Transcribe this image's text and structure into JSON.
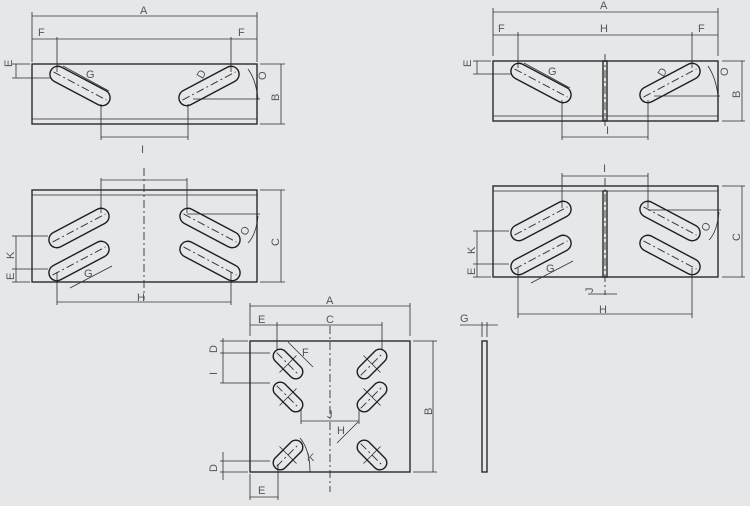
{
  "diagram": {
    "title": "Steel plate connector drawings with slotted holes",
    "colors": {
      "background": "#e6e7e9",
      "line": "#2a2a2a",
      "label": "#555555"
    },
    "views": [
      {
        "id": "view-1-top-left",
        "description": "Single plate, side view with two angled slots",
        "labels": {
          "a": "A",
          "f1": "F",
          "f2": "F",
          "e": "E",
          "g": "G",
          "d": "D",
          "o": "O",
          "b": "B",
          "i": "I"
        }
      },
      {
        "id": "view-2-top-right",
        "description": "Split plate with center weld, two angled slots",
        "labels": {
          "a": "A",
          "f1": "F",
          "h": "H",
          "f2": "F",
          "e": "E",
          "g": "G",
          "d": "D",
          "o": "O",
          "b": "B",
          "i": "I"
        }
      },
      {
        "id": "view-3-middle-left",
        "description": "Plate with four angled slots and center line",
        "labels": {
          "k": "K",
          "e": "E",
          "g": "G",
          "h": "H",
          "o": "O",
          "c": "C"
        }
      },
      {
        "id": "view-4-middle-right",
        "description": "Split plate with four angled slots and center weld",
        "labels": {
          "i": "I",
          "k": "K",
          "e": "E",
          "g": "G",
          "j": "J",
          "h": "H",
          "o": "O",
          "c": "C"
        }
      },
      {
        "id": "view-5-bottom-center",
        "description": "Square plate with X-pattern slotted holes",
        "labels": {
          "a": "A",
          "e1": "E",
          "c": "C",
          "d1": "D",
          "f": "F",
          "i": "I",
          "j": "J",
          "h": "H",
          "k": "K",
          "d2": "D",
          "e2": "E",
          "b": "B"
        }
      },
      {
        "id": "view-6-side-profile",
        "description": "Plate thickness side profile",
        "labels": {
          "g": "G"
        }
      }
    ]
  }
}
